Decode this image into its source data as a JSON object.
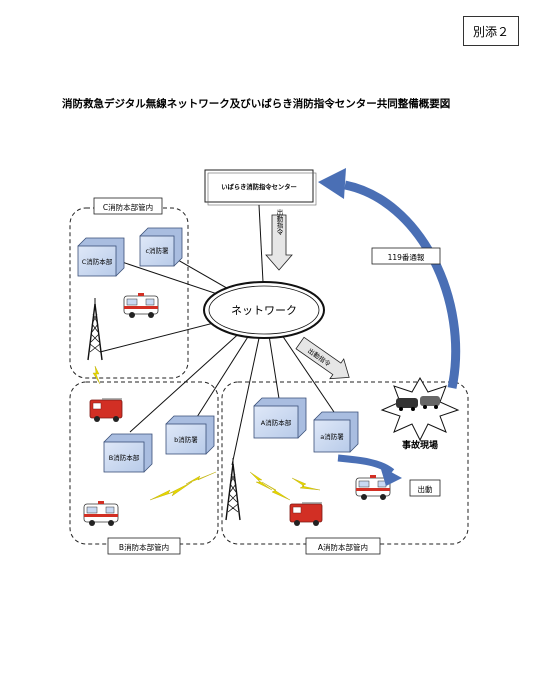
{
  "header": {
    "attachment_label": "別添２",
    "title": "消防救急デジタル無線ネットワーク及びいばらき消防指令センター共同整備概要図"
  },
  "diagram": {
    "center_label": "いばらき消防指令センター",
    "network_label": "ネットワーク",
    "dispatch_command_top": "出動指令",
    "dispatch_command_mid": "出動指令",
    "call_label": "119番通報",
    "dispatch_label": "出動",
    "accident_label": "事故現場",
    "areas": {
      "c": "C消防本部管内",
      "b": "B消防本部管内",
      "a": "A消防本部管内"
    },
    "boxes": {
      "c_hq": "C消防本部",
      "c_station": "c消防署",
      "b_hq": "B消防本部",
      "b_station": "b消防署",
      "a_hq": "A消防本部",
      "a_station": "a消防署"
    },
    "colors": {
      "box_fill": "#c9d9f2",
      "box_stroke": "#3a4f78",
      "arrow_blue": "#4a6fb5",
      "fire_truck": "#d22f24",
      "radio_wave": "#e6d600"
    }
  }
}
